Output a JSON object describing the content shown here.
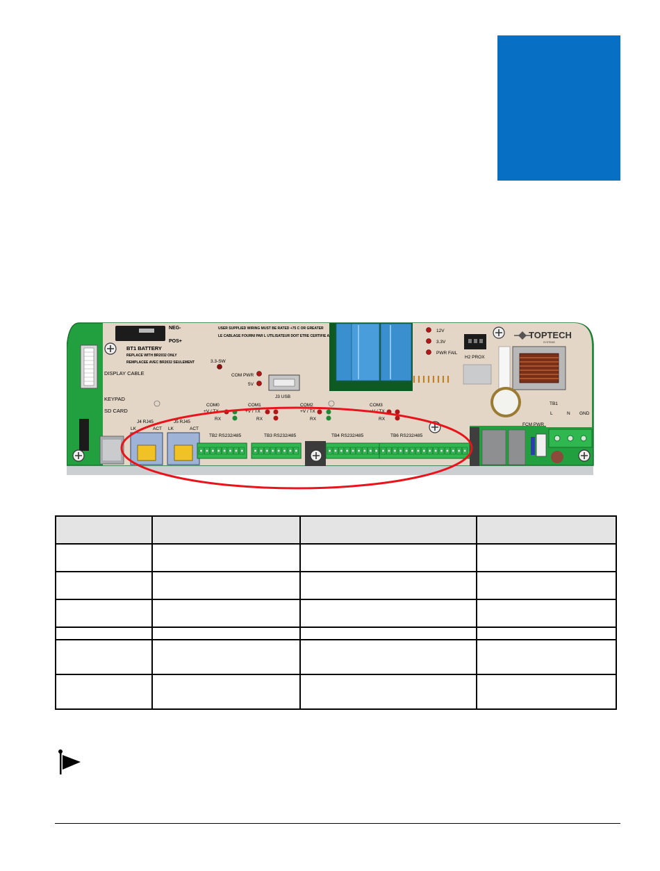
{
  "colors": {
    "chapter_tab": "#0870c4",
    "board_green": "#22a040",
    "board_beige": "#e3d6c6",
    "highlight_ellipse": "#e8141c",
    "table_header_bg": "#e4e4e4"
  },
  "board": {
    "battery": {
      "neg": "NEG-",
      "pos": "POS+",
      "title": "BT1 BATTERY",
      "line1": "REPLACE WITH BR2032 ONLY",
      "line2": "REMPLACEE AVEC BR2032 SEULEMENT"
    },
    "warning": {
      "line1": "USER SUPPLIED WIRING MUST BE RATED +75 C OR GREATER",
      "line2": "LE CABLAGE FOURNI PAR L UTILISATEUR DOIT ETRE CERTIFIE A +75 C"
    },
    "left_labels": {
      "display_cable": "DISPLAY CABLE",
      "keypad": "KEYPAD",
      "sd_card": "SD CARD"
    },
    "power_leds": {
      "sw": "3.3-SW",
      "com_pwr": "COM PWR",
      "v5": "5V",
      "v12": "12V",
      "v33": "3.3V",
      "pwr_fail": "PWR FAIL"
    },
    "usb": "J3 USB",
    "h2": "H2 PROX",
    "brand": "TOPTECH",
    "brand_sub": "SYSTEMS",
    "tb1": {
      "title": "TB1",
      "l": "L",
      "n": "N",
      "gnd": "GND"
    },
    "fcm_pwr": "FCM PWR",
    "com_ports": [
      {
        "name": "COM0",
        "tx": "+V / TX",
        "rx": "RX"
      },
      {
        "name": "COM1",
        "tx": "+V / TX",
        "rx": "RX"
      },
      {
        "name": "COM2",
        "tx": "+V / TX",
        "rx": "RX"
      },
      {
        "name": "COM3",
        "tx": "+V / TX",
        "rx": "RX"
      }
    ],
    "rj45": [
      {
        "title": "J4 RJ45",
        "lk": "LK",
        "act": "ACT"
      },
      {
        "title": "J5 RJ45",
        "lk": "LK",
        "act": "ACT"
      }
    ],
    "terminal_blocks": [
      "TB2 RS232/485",
      "TB3 RS232/485",
      "TB4 RS232/485",
      "TB6 RS232/485"
    ]
  }
}
